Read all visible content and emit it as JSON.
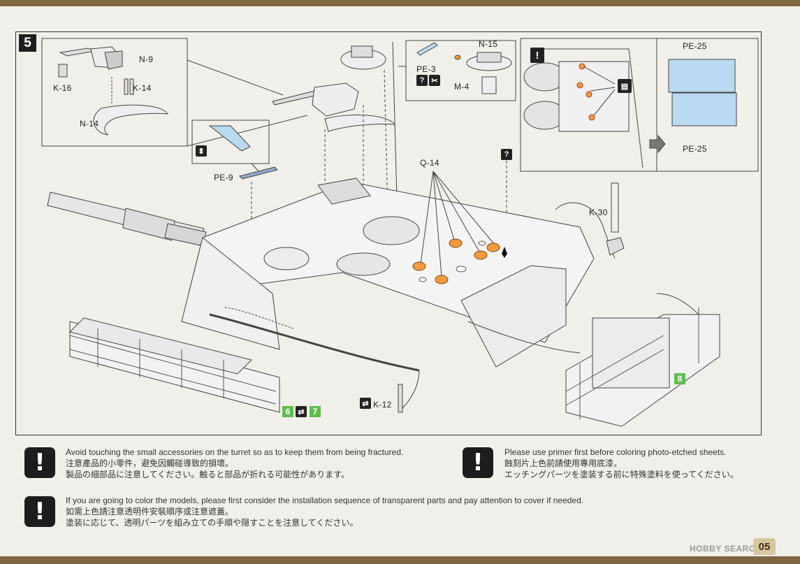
{
  "step": {
    "number": "5"
  },
  "parts": {
    "n9": "N-9",
    "k16": "K-16",
    "k14": "K-14",
    "n14": "N-14",
    "pe9": "PE-9",
    "pe3": "PE-3",
    "m4": "M-4",
    "n15": "N-15",
    "q14": "Q-14",
    "k30": "K-30",
    "k12": "K-12",
    "pe25_top": "PE-25",
    "pe25_bottom": "PE-25"
  },
  "refs": {
    "step6": "6",
    "step7": "7",
    "step8": "8"
  },
  "icons": {
    "warning": "exclamation-icon",
    "question": "question-icon",
    "flip": "flip-icon",
    "glue": "glue-icon",
    "cut": "cut-icon"
  },
  "notes": [
    {
      "en": "Avoid touching the small accessories on the turret so as to keep them from being fractured.",
      "zh": "注意產品的小零件，避免因觸碰導致的損壞。",
      "ja": "製品の細部品に注意してください。触ると部品が折れる可能性があります。"
    },
    {
      "en": "Please use primer first before coloring photo-etched sheets.",
      "zh": "蝕刻片上色前請使用專用底漆。",
      "ja": "エッチングパーツを塗装する前に特殊塗料を使ってください。"
    },
    {
      "en": "If you are going to color the models, please first consider the installation sequence of transparent parts and pay attention to cover if needed.",
      "zh": "如需上色請注意透明件安裝順序或注意遮蓋。",
      "ja": "塗装に応じて、透明パーツを組み立ての手順や隠すことを注意してください。"
    }
  ],
  "page": {
    "number": "05"
  },
  "watermark": "HOBBY SEARCH",
  "colors": {
    "orange": "#f39a3b",
    "green": "#5cbf4c",
    "brown": "#7d6640",
    "pe_blue": "#b9daf1"
  }
}
